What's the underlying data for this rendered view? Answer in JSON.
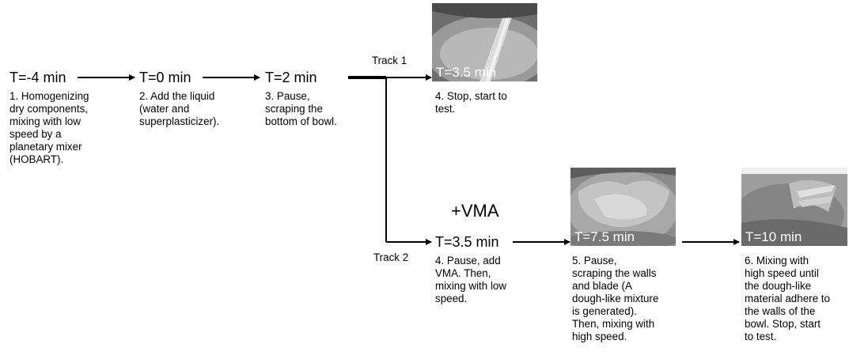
{
  "steps": {
    "s1": {
      "time": "T=-4 min",
      "desc": "1. Homogenizing\ndry components,\nmixing with low\nspeed by a\nplanetary mixer\n(HOBART)."
    },
    "s2": {
      "time": "T=0 min",
      "desc": "2. Add the liquid\n(water and\nsuperplasticizer)."
    },
    "s3": {
      "time": "T=2 min",
      "desc": "3. Pause,\nscraping the\nbottom of bowl."
    },
    "t1": {
      "time": "T=3.5 min",
      "desc": "4. Stop, start to\ntest."
    },
    "t2a": {
      "time": "T=3.5 min",
      "desc": "4. Pause, add\nVMA. Then,\nmixing with low\nspeed."
    },
    "t2b": {
      "time": "T=7.5 min",
      "desc": "5. Pause,\nscraping the walls\nand blade (A\ndough-like mixture\nis generated).\nThen, mixing with\nhigh speed."
    },
    "t2c": {
      "time": "T=10 min",
      "desc": "6. Mixing with\nhigh speed until\nthe dough-like\nmaterial adhere to\nthe walls of the\nbowl. Stop, start\nto test."
    }
  },
  "tracks": {
    "track1": "Track 1",
    "track2": "Track 2"
  },
  "vma_label": "+VMA",
  "colors": {
    "line": "#000000",
    "photo_text": "#ffffff"
  }
}
